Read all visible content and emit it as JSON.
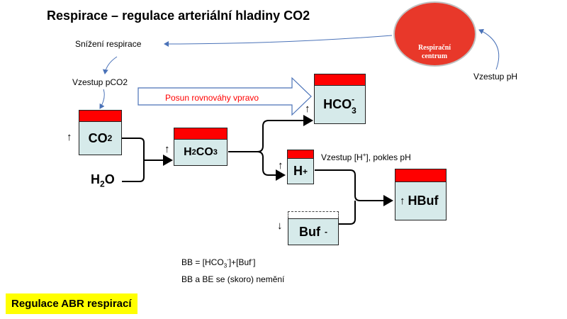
{
  "title": "Respirace – regulace arteriální hladiny CO2",
  "respiratory_center": {
    "label_line1": "Respirační",
    "label_line2": "centrum"
  },
  "notes": {
    "snizeni_respirace": "Snížení respirace",
    "vzestup_pco2": "Vzestup pCO2",
    "vzestup_ph": "Vzestup pH",
    "posun": "Posun rovnováhy vpravo",
    "vzestup_h_pre": "Vzestup [H",
    "vzestup_h_sup": "+",
    "vzestup_h_post": "], pokles pH"
  },
  "boxes": {
    "co2": {
      "base": "CO",
      "sub": "2"
    },
    "h2o": {
      "pre": "H",
      "sub": "2",
      "post": "O"
    },
    "h2co3": {
      "pre": "H",
      "sub": "2",
      "post": "CO",
      "sub2": "3"
    },
    "hco3": {
      "base": "HCO",
      "sub": "3",
      "sup": "-"
    },
    "h": {
      "base": "H",
      "sup": "+"
    },
    "buf": {
      "base": "Buf",
      "sup": "-"
    },
    "hbuf": {
      "base": "HBuf"
    }
  },
  "equations": {
    "bb_pre": "BB = [HCO",
    "bb_sub": "3",
    "bb_sup1": "-",
    "bb_mid": "]+[Buf",
    "bb_sup2": "-",
    "bb_post": "]",
    "bb_be": "BB a BE se (skoro) nemění"
  },
  "footer": "Regulace ABR respirací",
  "colors": {
    "accent": "#ff0000",
    "box_fill": "#d6eaea",
    "center": "#e8382a",
    "footer_bg": "#ffff00",
    "arrow_blue": "#4a72b8"
  },
  "arrows": {
    "up": "↑",
    "down": "↓"
  }
}
